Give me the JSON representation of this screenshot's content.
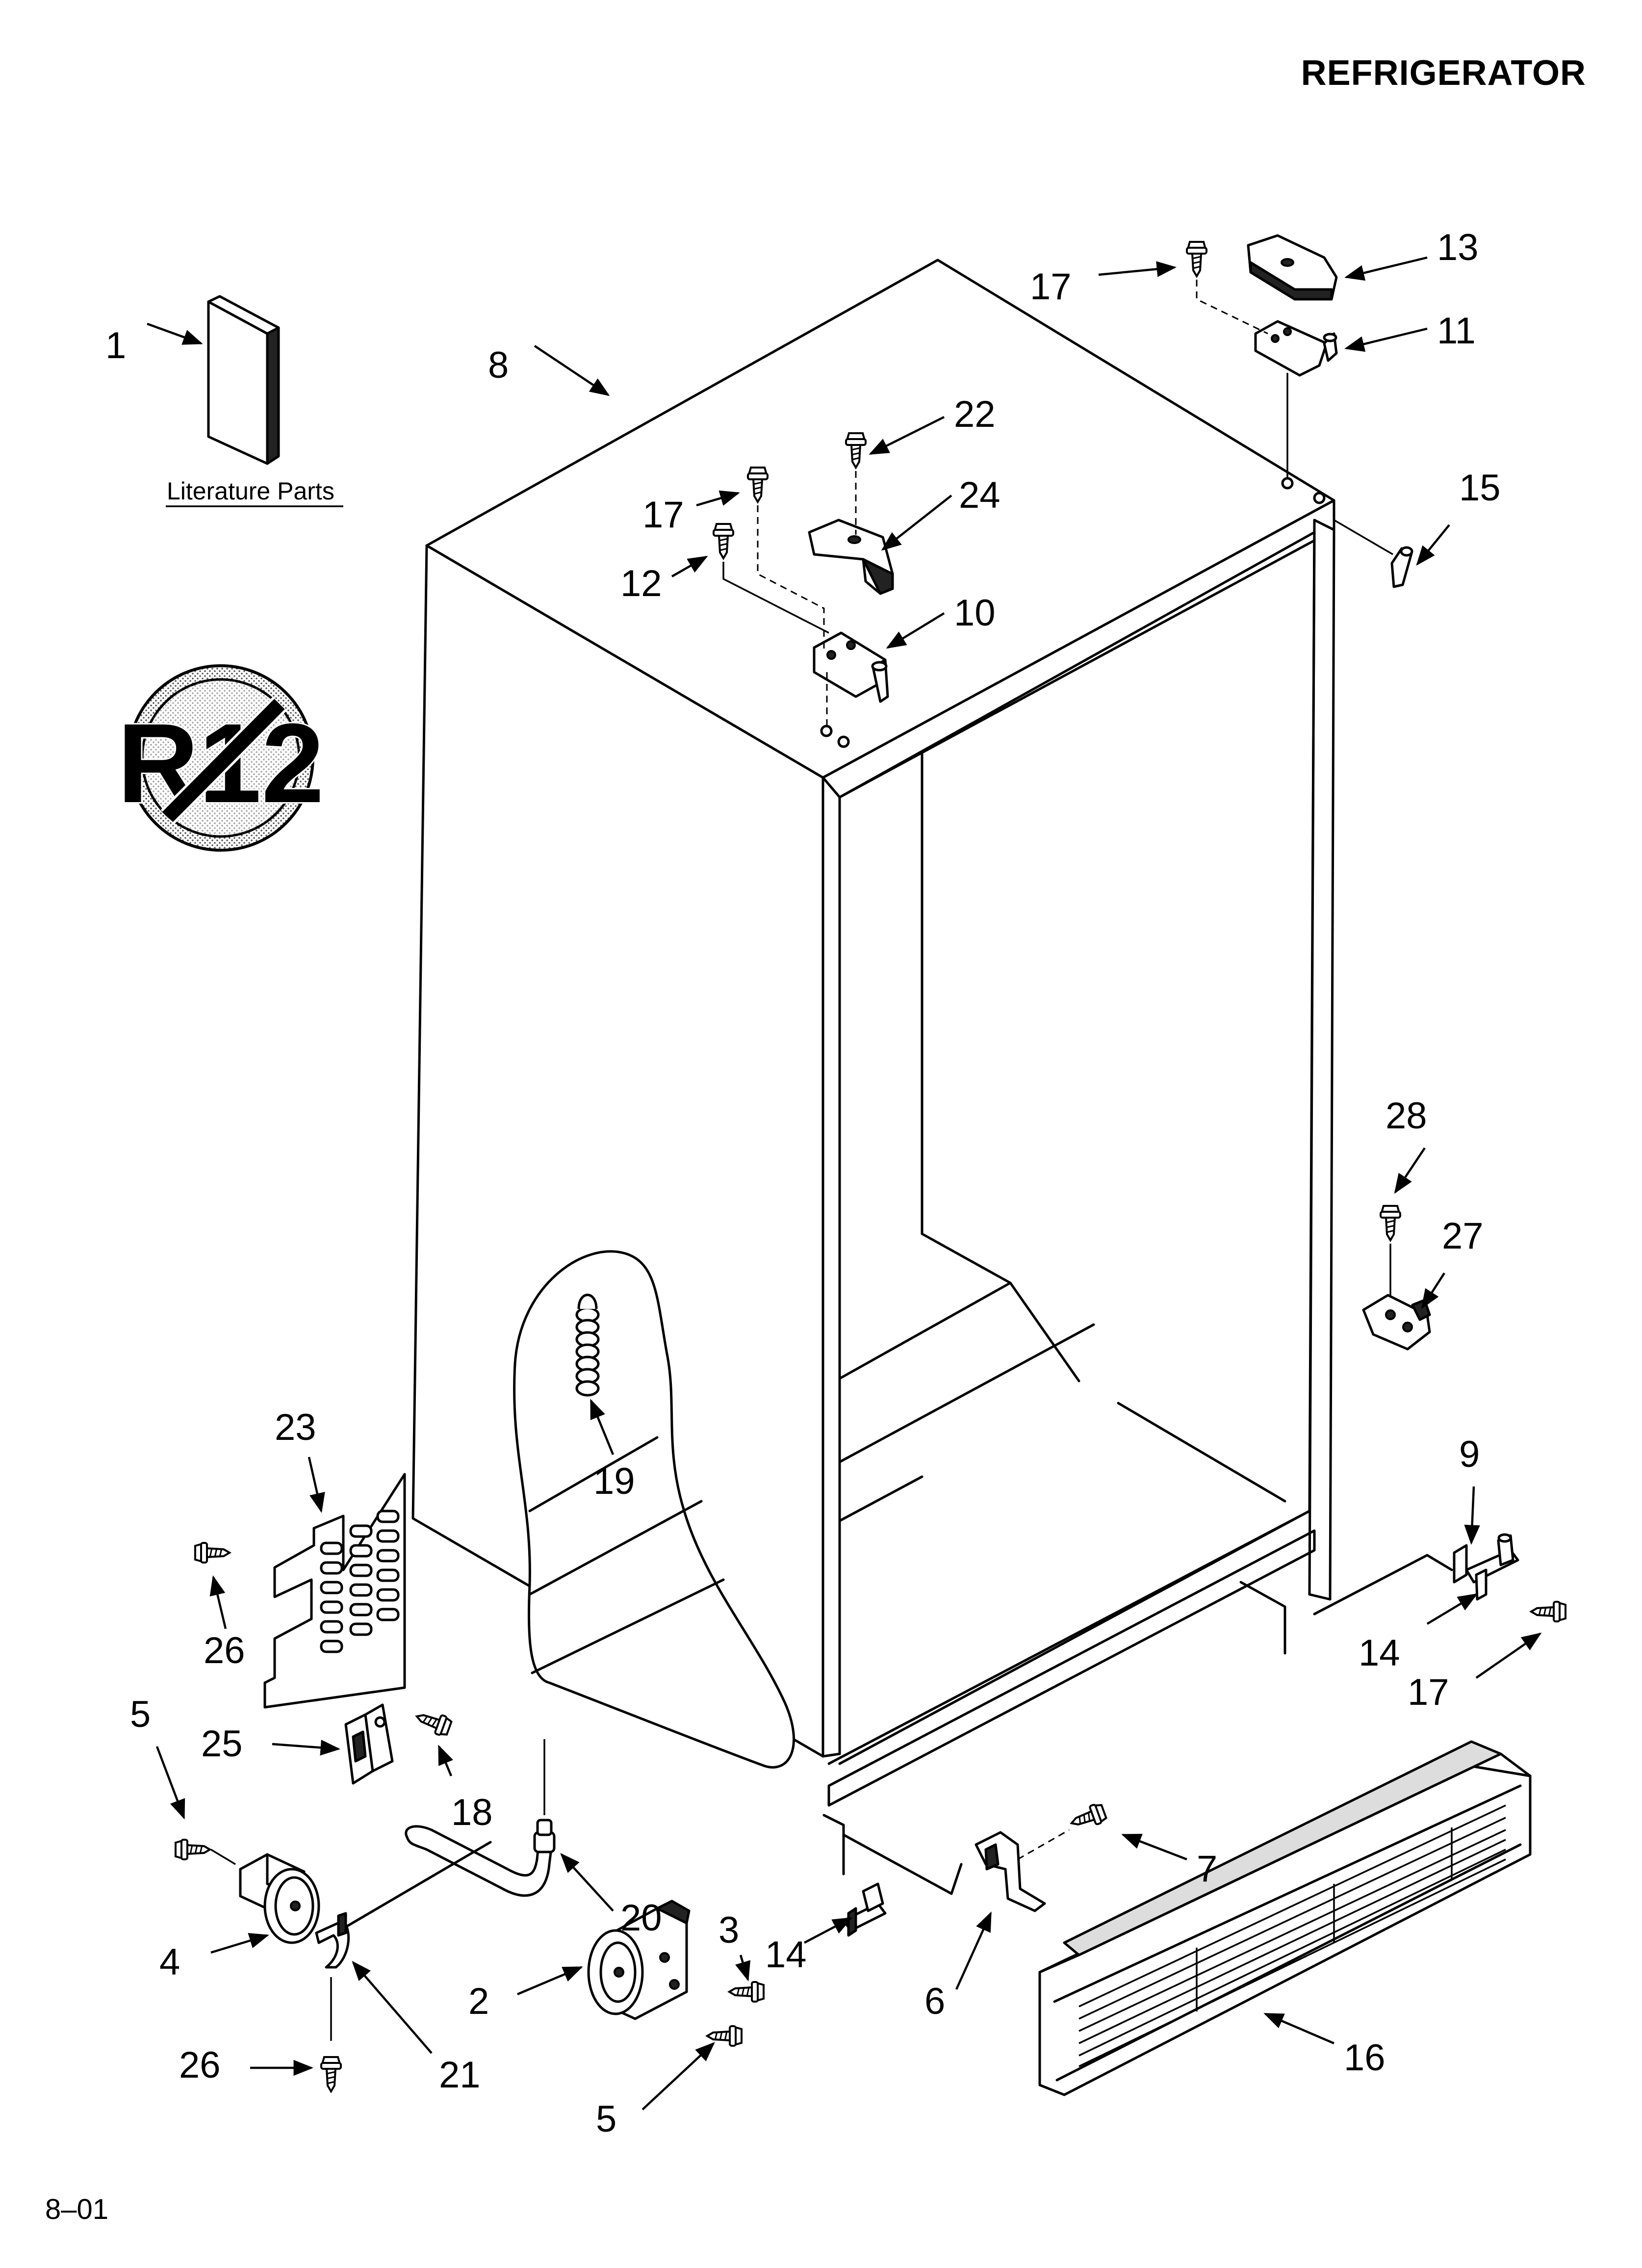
{
  "header": {
    "title": "REFRIGERATOR"
  },
  "footer": {
    "code": "8–01"
  },
  "literature": {
    "caption": "Literature Parts"
  },
  "badge": {
    "text": "R12",
    "icon": "no-r12-refrigerant-icon"
  },
  "callouts": [
    {
      "id": "c1",
      "label": "1"
    },
    {
      "id": "c8",
      "label": "8"
    },
    {
      "id": "c17a",
      "label": "17"
    },
    {
      "id": "c13",
      "label": "13"
    },
    {
      "id": "c11",
      "label": "11"
    },
    {
      "id": "c22",
      "label": "22"
    },
    {
      "id": "c17b",
      "label": "17"
    },
    {
      "id": "c24",
      "label": "24"
    },
    {
      "id": "c12",
      "label": "12"
    },
    {
      "id": "c10",
      "label": "10"
    },
    {
      "id": "c15",
      "label": "15"
    },
    {
      "id": "c28",
      "label": "28"
    },
    {
      "id": "c27",
      "label": "27"
    },
    {
      "id": "c19",
      "label": "19"
    },
    {
      "id": "c23",
      "label": "23"
    },
    {
      "id": "c26a",
      "label": "26"
    },
    {
      "id": "c9",
      "label": "9"
    },
    {
      "id": "c14a",
      "label": "14"
    },
    {
      "id": "c17c",
      "label": "17"
    },
    {
      "id": "c5a",
      "label": "5"
    },
    {
      "id": "c25",
      "label": "25"
    },
    {
      "id": "c18",
      "label": "18"
    },
    {
      "id": "c7",
      "label": "7"
    },
    {
      "id": "c20",
      "label": "20"
    },
    {
      "id": "c3",
      "label": "3"
    },
    {
      "id": "c4",
      "label": "4"
    },
    {
      "id": "c14b",
      "label": "14"
    },
    {
      "id": "c6",
      "label": "6"
    },
    {
      "id": "c2",
      "label": "2"
    },
    {
      "id": "c26b",
      "label": "26"
    },
    {
      "id": "c21",
      "label": "21"
    },
    {
      "id": "c16",
      "label": "16"
    },
    {
      "id": "c5b",
      "label": "5"
    }
  ]
}
